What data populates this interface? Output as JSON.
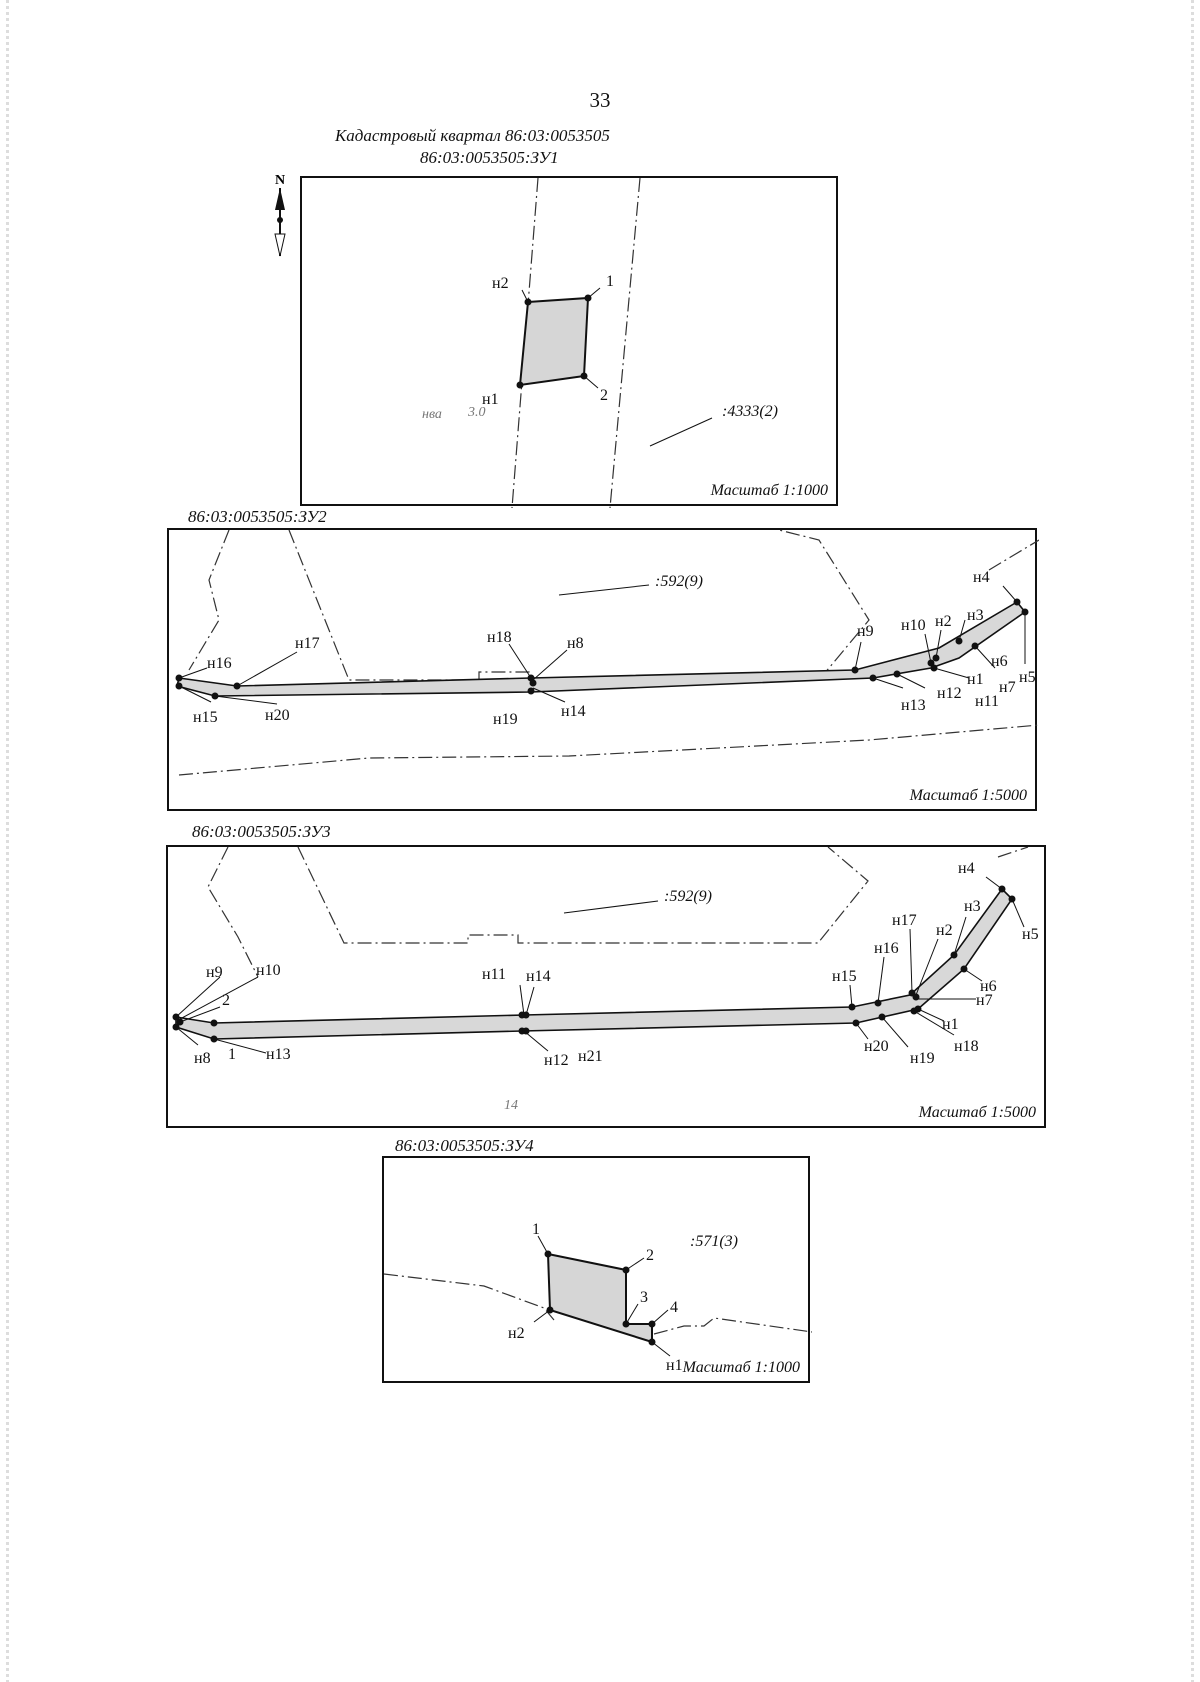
{
  "page_number": "33",
  "quarter_title": "Кадастровый квартал 86:03:0053505",
  "compass_letter": "N",
  "sheets": [
    {
      "title": "86:03:0053505:ЗУ1",
      "scale": "Масштаб 1:1000",
      "labels": [
        "н2",
        "1",
        "н1",
        "2"
      ],
      "neighbor_label": ":4333(2)",
      "hint_labels": [
        "нва",
        "3.0"
      ]
    },
    {
      "title": "86:03:0053505:ЗУ2",
      "scale": "Масштаб 1:5000",
      "neighbor_label": ":592(9)",
      "labels": [
        "н16",
        "н17",
        "н15",
        "н20",
        "н18",
        "н8",
        "н19",
        "н14",
        "н9",
        "н10",
        "н2",
        "н3",
        "н4",
        "н5",
        "н6",
        "н7",
        "н1",
        "н12",
        "н11",
        "н13"
      ]
    },
    {
      "title": "86:03:0053505:ЗУ3",
      "scale": "Масштаб 1:5000",
      "neighbor_label": ":592(9)",
      "labels": [
        "н9",
        "н10",
        "2",
        "н8",
        "1",
        "н13",
        "н11",
        "н14",
        "н12",
        "н21",
        "н15",
        "н16",
        "н17",
        "н2",
        "н3",
        "н4",
        "н5",
        "н6",
        "н7",
        "н1",
        "н18",
        "н20",
        "н19"
      ],
      "hint_label": "14"
    },
    {
      "title": "86:03:0053505:ЗУ4",
      "scale": "Масштаб 1:1000",
      "neighbor_label": ":571(3)",
      "labels": [
        "1",
        "2",
        "3",
        "4",
        "н2",
        "н1"
      ]
    }
  ]
}
